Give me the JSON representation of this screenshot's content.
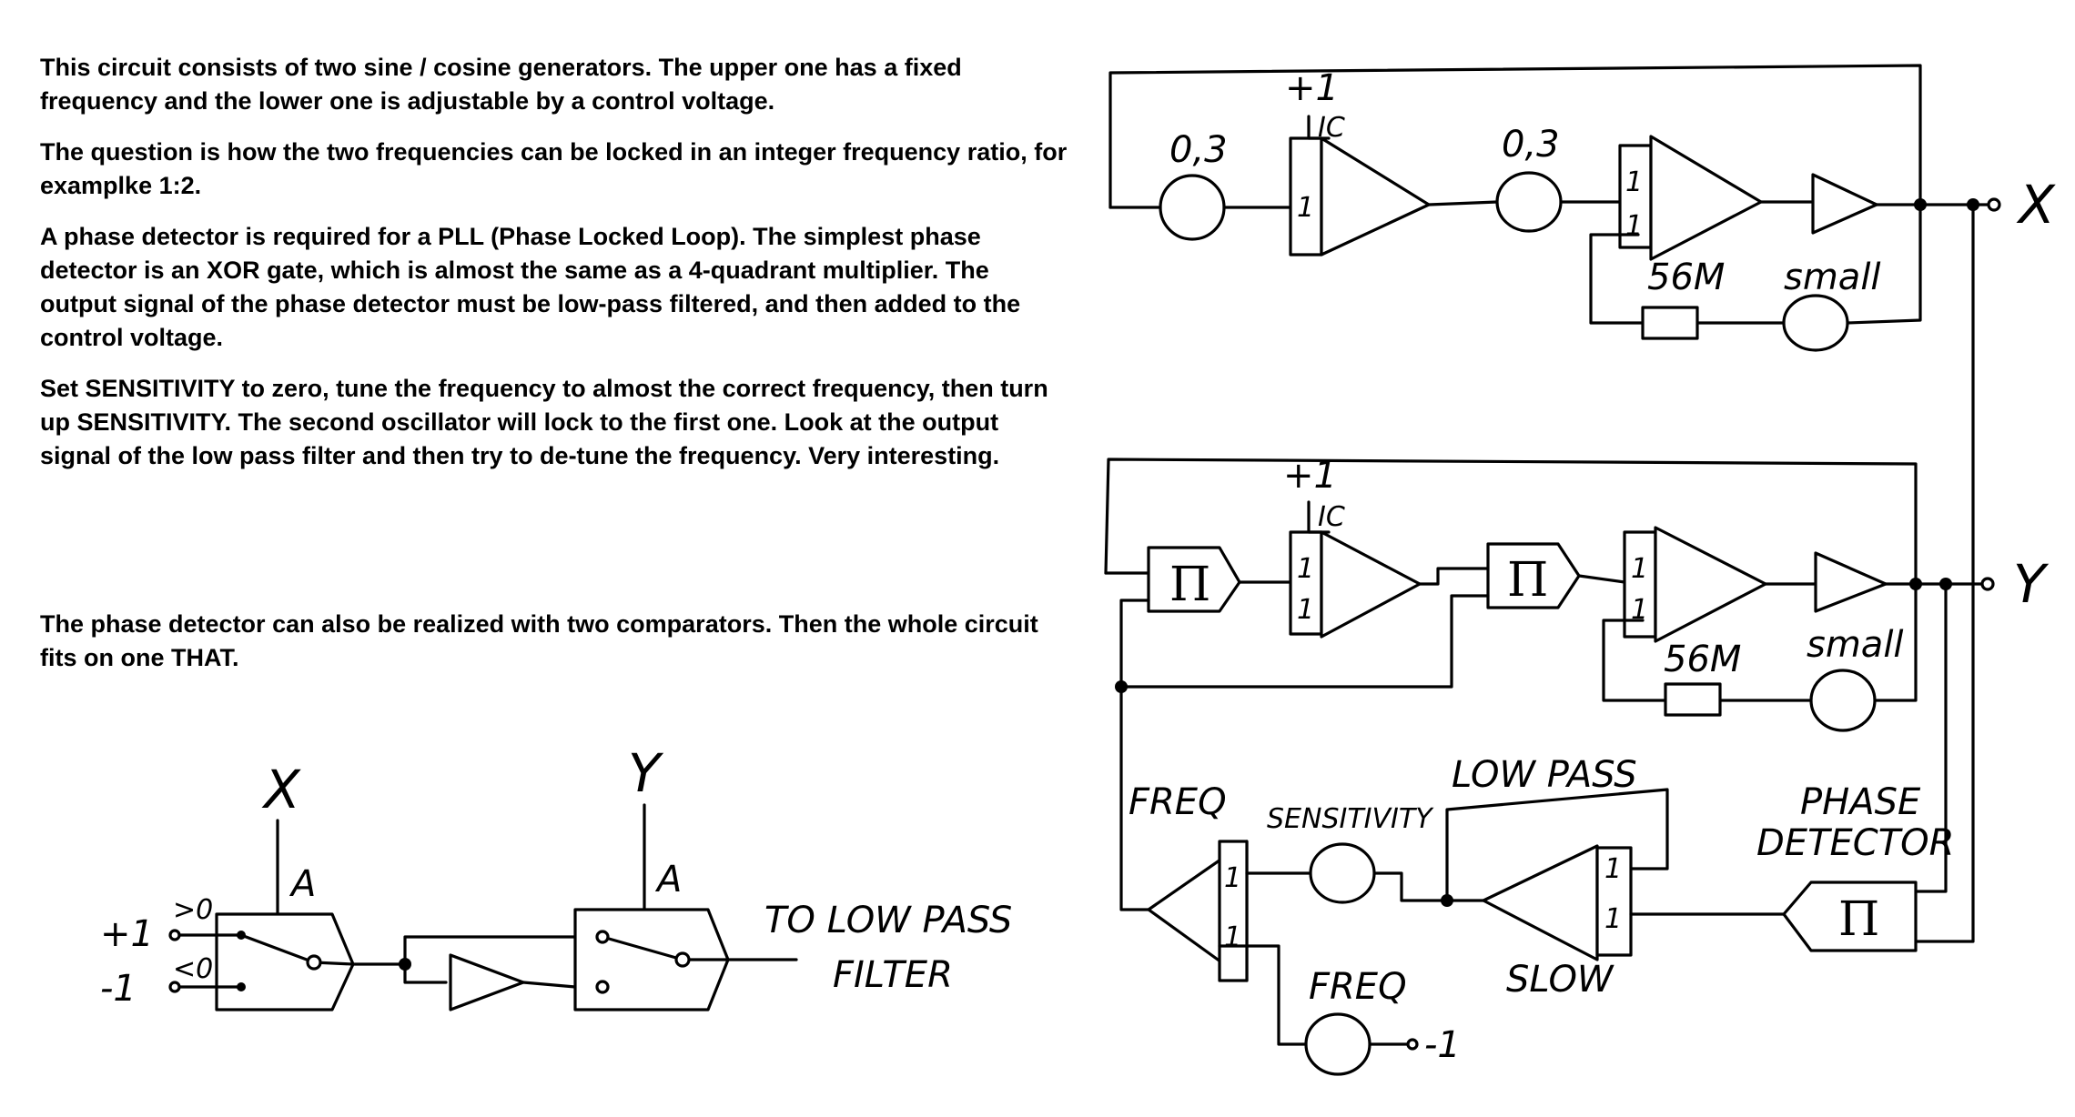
{
  "description": {
    "p1": "This circuit consists of two sine / cosine generators. The upper one has a fixed frequency and the lower one is adjustable by a control voltage.",
    "p2": "The question is how the two frequencies can be locked in an integer frequency ratio, for examplke 1:2.",
    "p3": "A phase detector is required for a PLL (Phase Locked Loop). The simplest phase detector is an XOR gate, which is almost the same as a 4-quadrant multiplier. The output signal of the phase detector must be low-pass filtered, and then added to the control voltage.",
    "p4": "Set SENSITIVITY to zero, tune the frequency to almost the correct frequency, then turn up SENSITIVITY. The second oscillator will lock to the first one. Look at the output signal of the low pass filter and then try to de-tune the frequency. Very interesting.",
    "p5": "The phase detector can also be realized with two comparators. Then the whole circuit fits on one THAT."
  },
  "upper_oscillator": {
    "gain1": "0,3",
    "ic_plus": "+1",
    "ic": "IC",
    "int_in1": "1",
    "gain2": "0,3",
    "int2_in1": "1",
    "int2_in2": "1",
    "resistor": "56M",
    "pot_small": "small",
    "output": "X"
  },
  "lower_oscillator": {
    "mult1": "Π",
    "ic_plus": "+1",
    "ic": "IC",
    "int_in1": "1",
    "int_in2": "1",
    "mult2": "Π",
    "int2_in1": "1",
    "int2_in2": "1",
    "resistor": "56M",
    "pot_small": "small",
    "output": "Y"
  },
  "control": {
    "freq_summer": "FREQ",
    "sum_in1": "1",
    "sum_in2": "1",
    "sensitivity": "SENSITIVITY",
    "low_pass": "LOW PASS",
    "lp_in1": "1",
    "lp_in2": "1",
    "slow": "SLOW",
    "phase_detector_1": "PHASE",
    "phase_detector_2": "DETECTOR",
    "pd_mult": "Π",
    "freq_pot": "FREQ",
    "minus_one": "-1"
  },
  "comparator_detector": {
    "x_label": "X",
    "y_label": "Y",
    "a1": "A",
    "a2": "A",
    "plus_one": "+1",
    "minus_one": "-1",
    "gt0": ">0",
    "lt0": "<0",
    "out_1": "TO LOW PASS",
    "out_2": "FILTER"
  }
}
